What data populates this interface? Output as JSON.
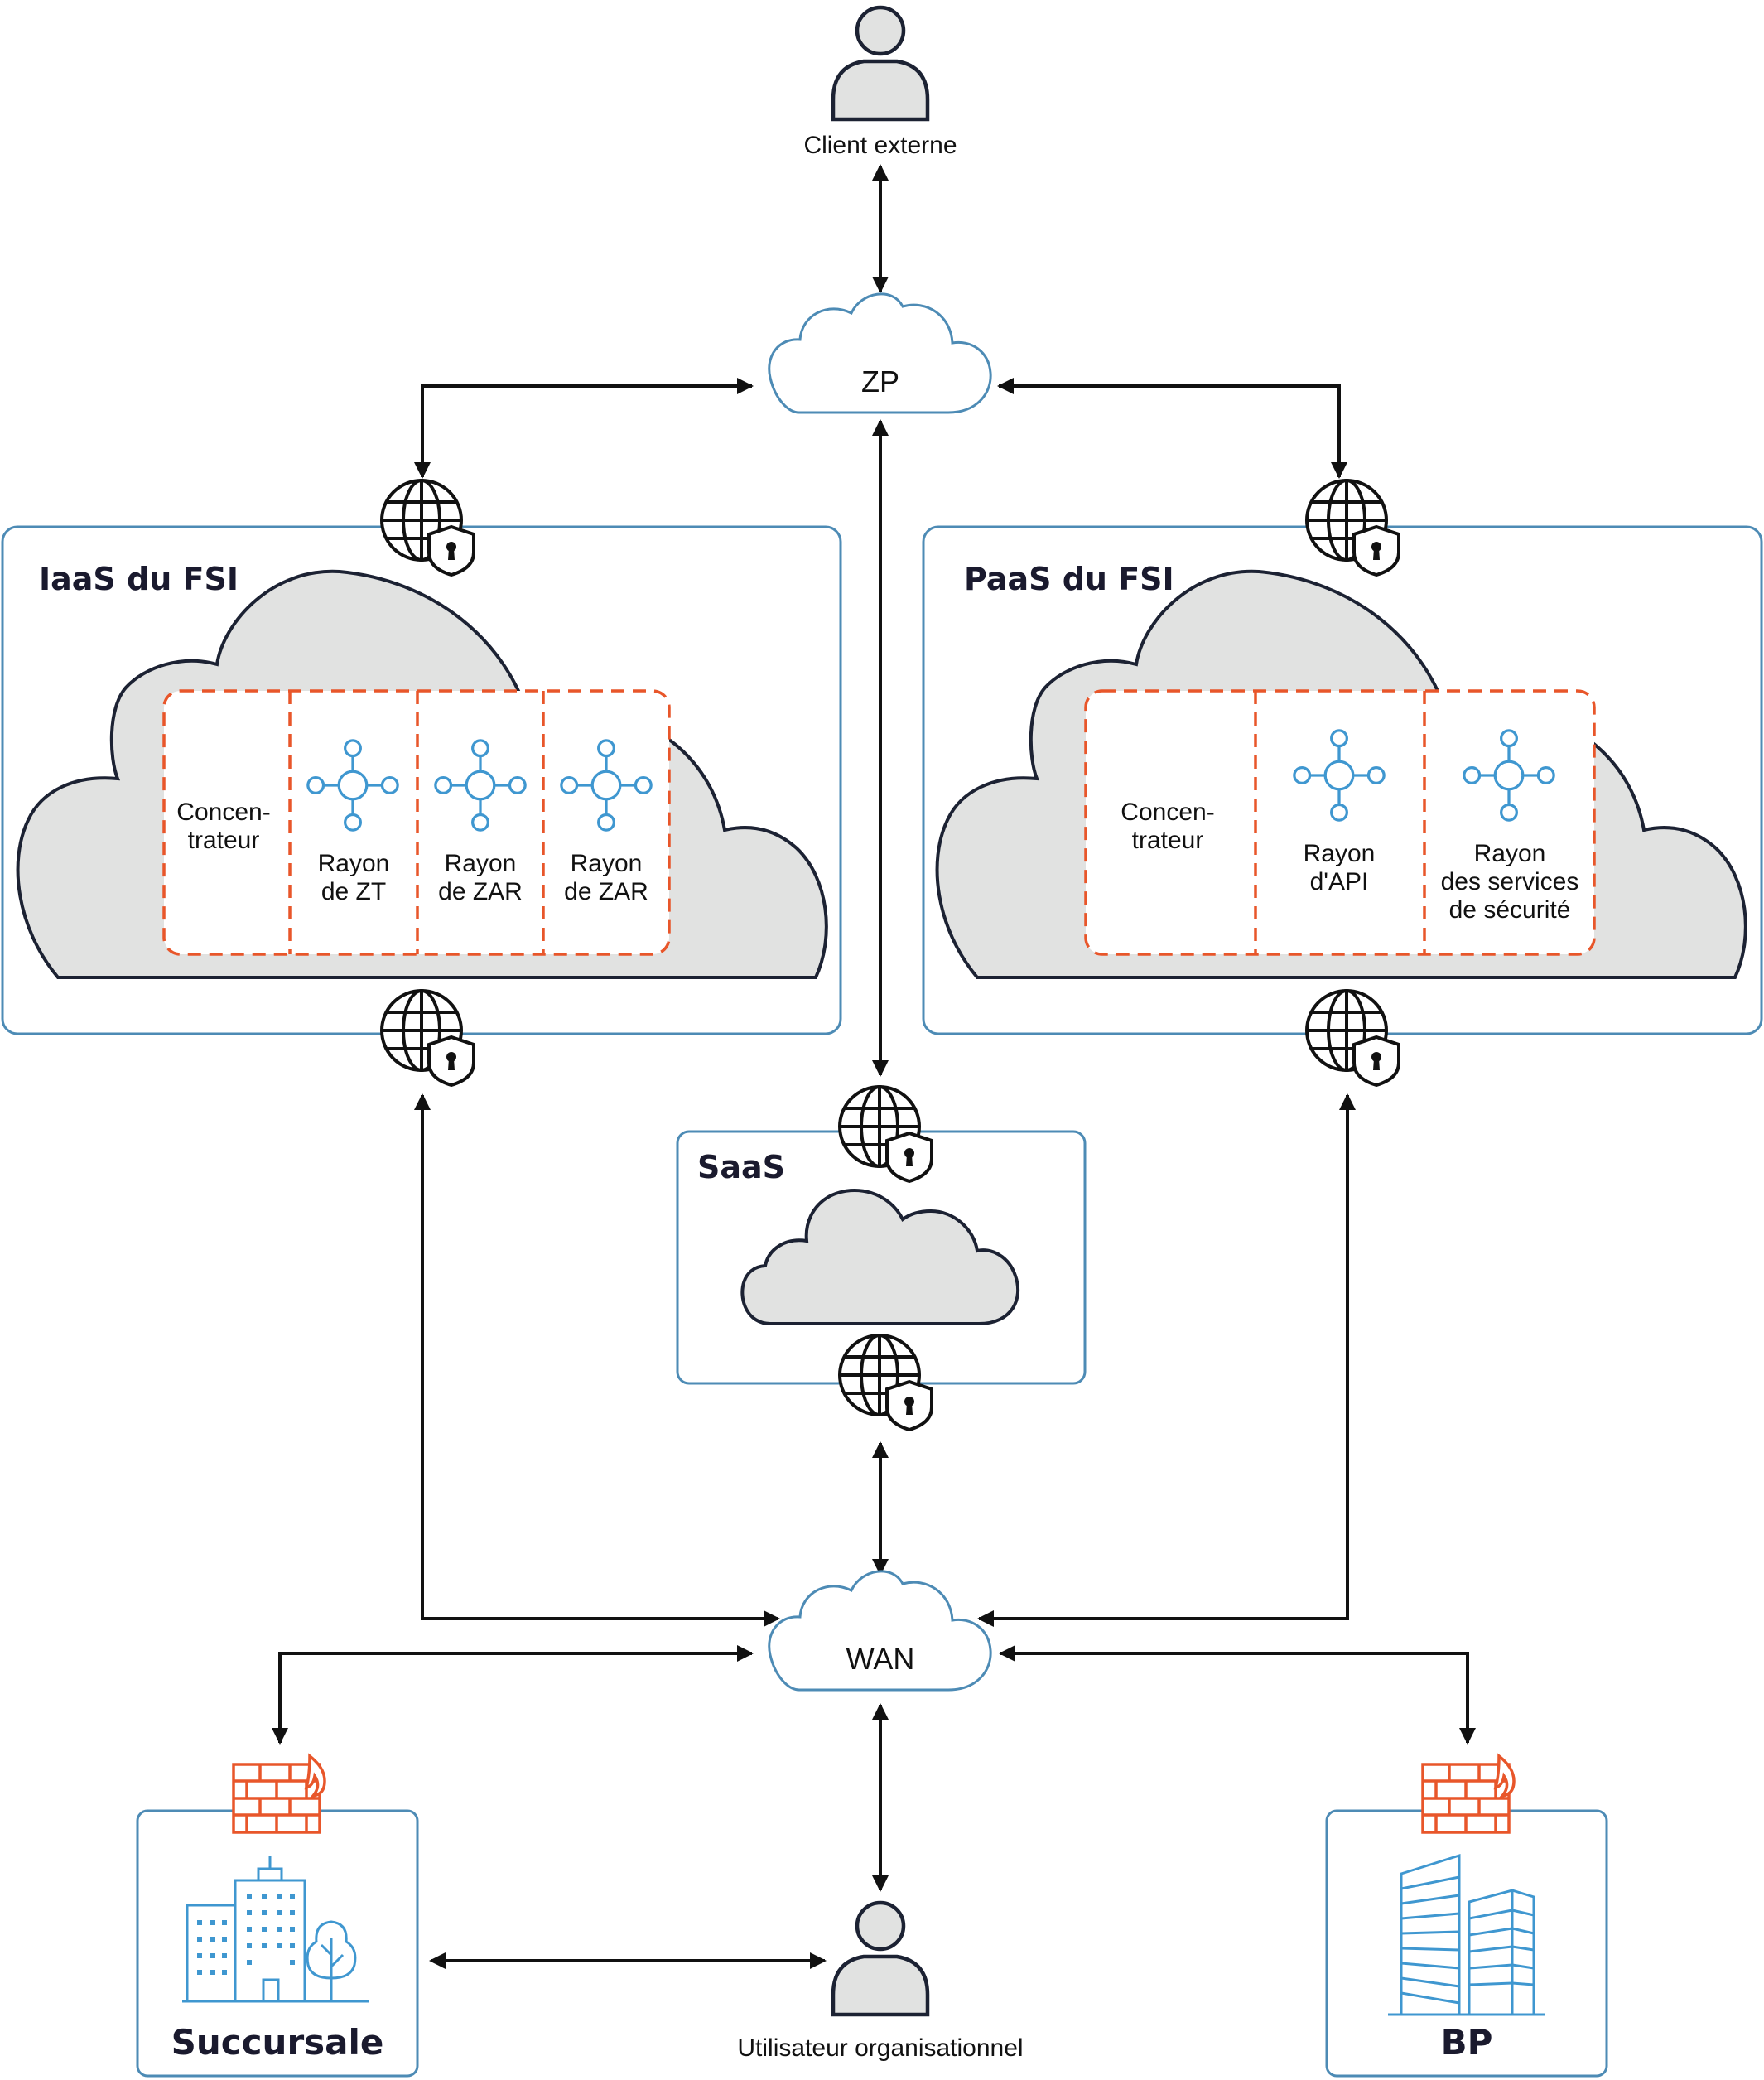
{
  "nodes": {
    "client_externe": "Client externe",
    "zp": "ZP",
    "wan": "WAN",
    "utilisateur": "Utilisateur organisationnel",
    "succursale": "Succursale",
    "bp": "BP"
  },
  "iaas": {
    "title": "IaaS du FSI",
    "cells": [
      {
        "line1": "Concen-",
        "line2": "trateur"
      },
      {
        "line1": "Rayon",
        "line2": "de ZT"
      },
      {
        "line1": "Rayon",
        "line2": "de ZAR"
      },
      {
        "line1": "Rayon",
        "line2": "de ZAR"
      }
    ]
  },
  "paas": {
    "title": "PaaS du FSI",
    "cells": [
      {
        "line1": "Concen-",
        "line2": "trateur"
      },
      {
        "line1": "Rayon",
        "line2": "d'API"
      },
      {
        "line1": "Rayon",
        "line2": "des services",
        "line3": "de sécurité"
      }
    ]
  },
  "saas": {
    "title": "SaaS"
  },
  "icons": {
    "person": "person-icon",
    "secure_globe": "secure-globe-icon",
    "hub": "hub-spoke-icon",
    "firewall": "firewall-icon",
    "office": "office-buildings-icon",
    "enterprise": "enterprise-building-icon"
  },
  "colors": {
    "box_border": "#4d8bb5",
    "dashed_border": "#e8562a",
    "cloud_fill": "#e1e2e1",
    "icon_blue": "#3f97d0",
    "firewall": "#e8562a"
  }
}
